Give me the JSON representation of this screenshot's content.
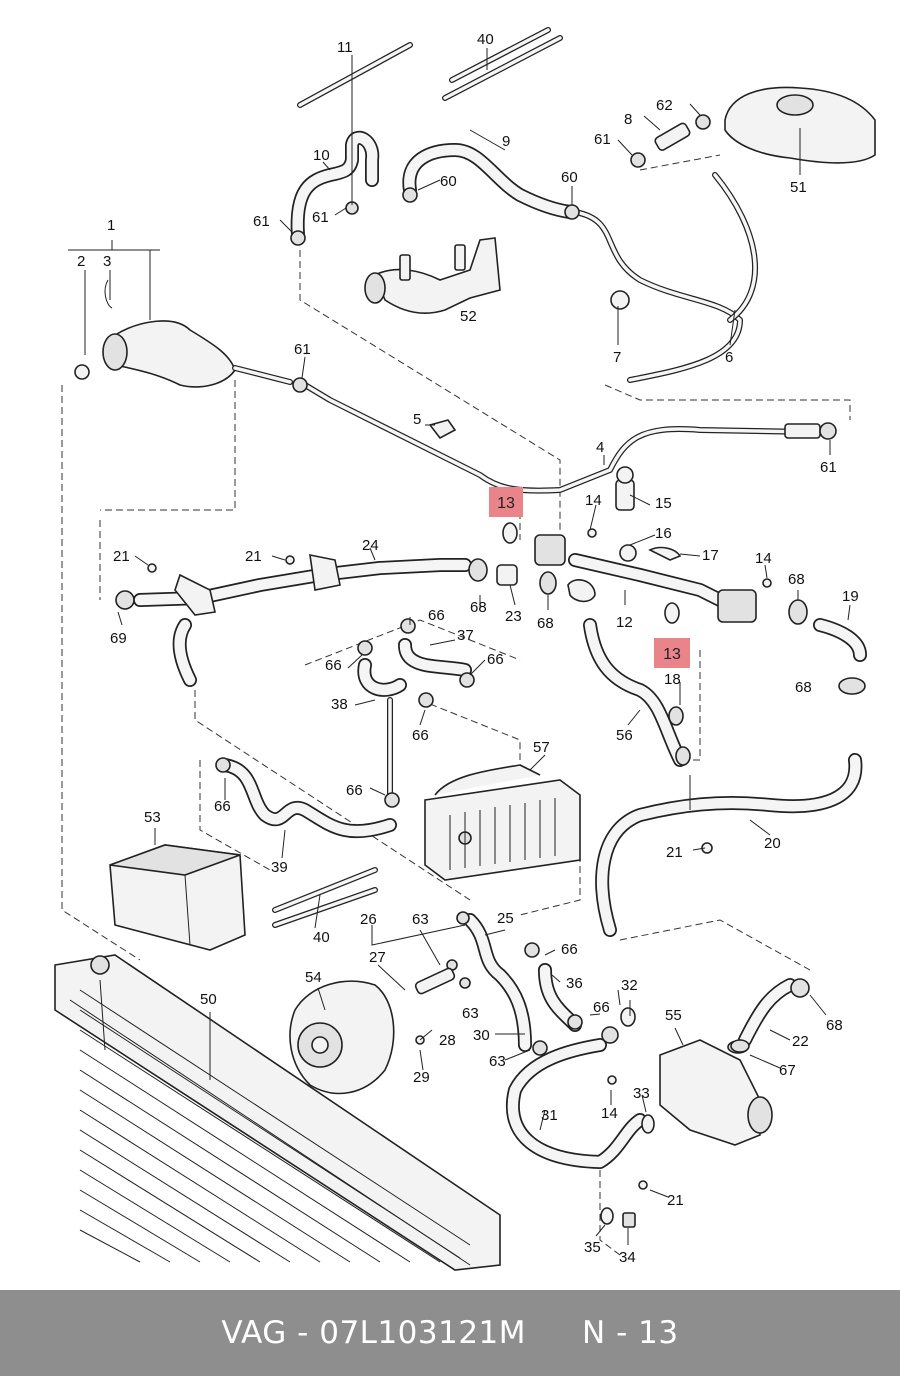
{
  "diagram": {
    "labels": [
      "1",
      "2",
      "3",
      "4",
      "5",
      "6",
      "7",
      "8",
      "9",
      "10",
      "11",
      "12",
      "14",
      "15",
      "16",
      "17",
      "18",
      "19",
      "20",
      "21",
      "22",
      "23",
      "24",
      "25",
      "26",
      "27",
      "28",
      "29",
      "30",
      "31",
      "32",
      "33",
      "34",
      "35",
      "36",
      "37",
      "38",
      "39",
      "40",
      "50",
      "51",
      "52",
      "53",
      "54",
      "55",
      "56",
      "57",
      "60",
      "61",
      "62",
      "63",
      "66",
      "67",
      "68",
      "69"
    ],
    "highlighted_part": "13",
    "highlight_color": "#e8848a"
  },
  "footer": {
    "part_number": "VAG - 07L103121M",
    "reference": "N - 13",
    "background": "#8e8e8e"
  }
}
